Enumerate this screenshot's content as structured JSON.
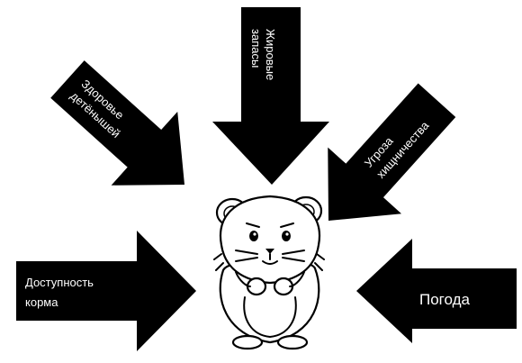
{
  "colors": {
    "arrow": "#000000",
    "label": "#ffffff",
    "background": "#ffffff"
  },
  "hamster": {
    "icon": "hamster-illustration"
  },
  "factors": {
    "fat_reserves": {
      "line1": "Жировые",
      "line2": "запасы"
    },
    "offspring_health": {
      "line1": "Здоровье",
      "line2": "детёнышей"
    },
    "predation_threat": {
      "line1": "Угроза",
      "line2": "хищничества"
    },
    "food_availability": {
      "line1": "Доступность",
      "line2": "корма"
    },
    "weather": {
      "line1": "Погода"
    }
  }
}
